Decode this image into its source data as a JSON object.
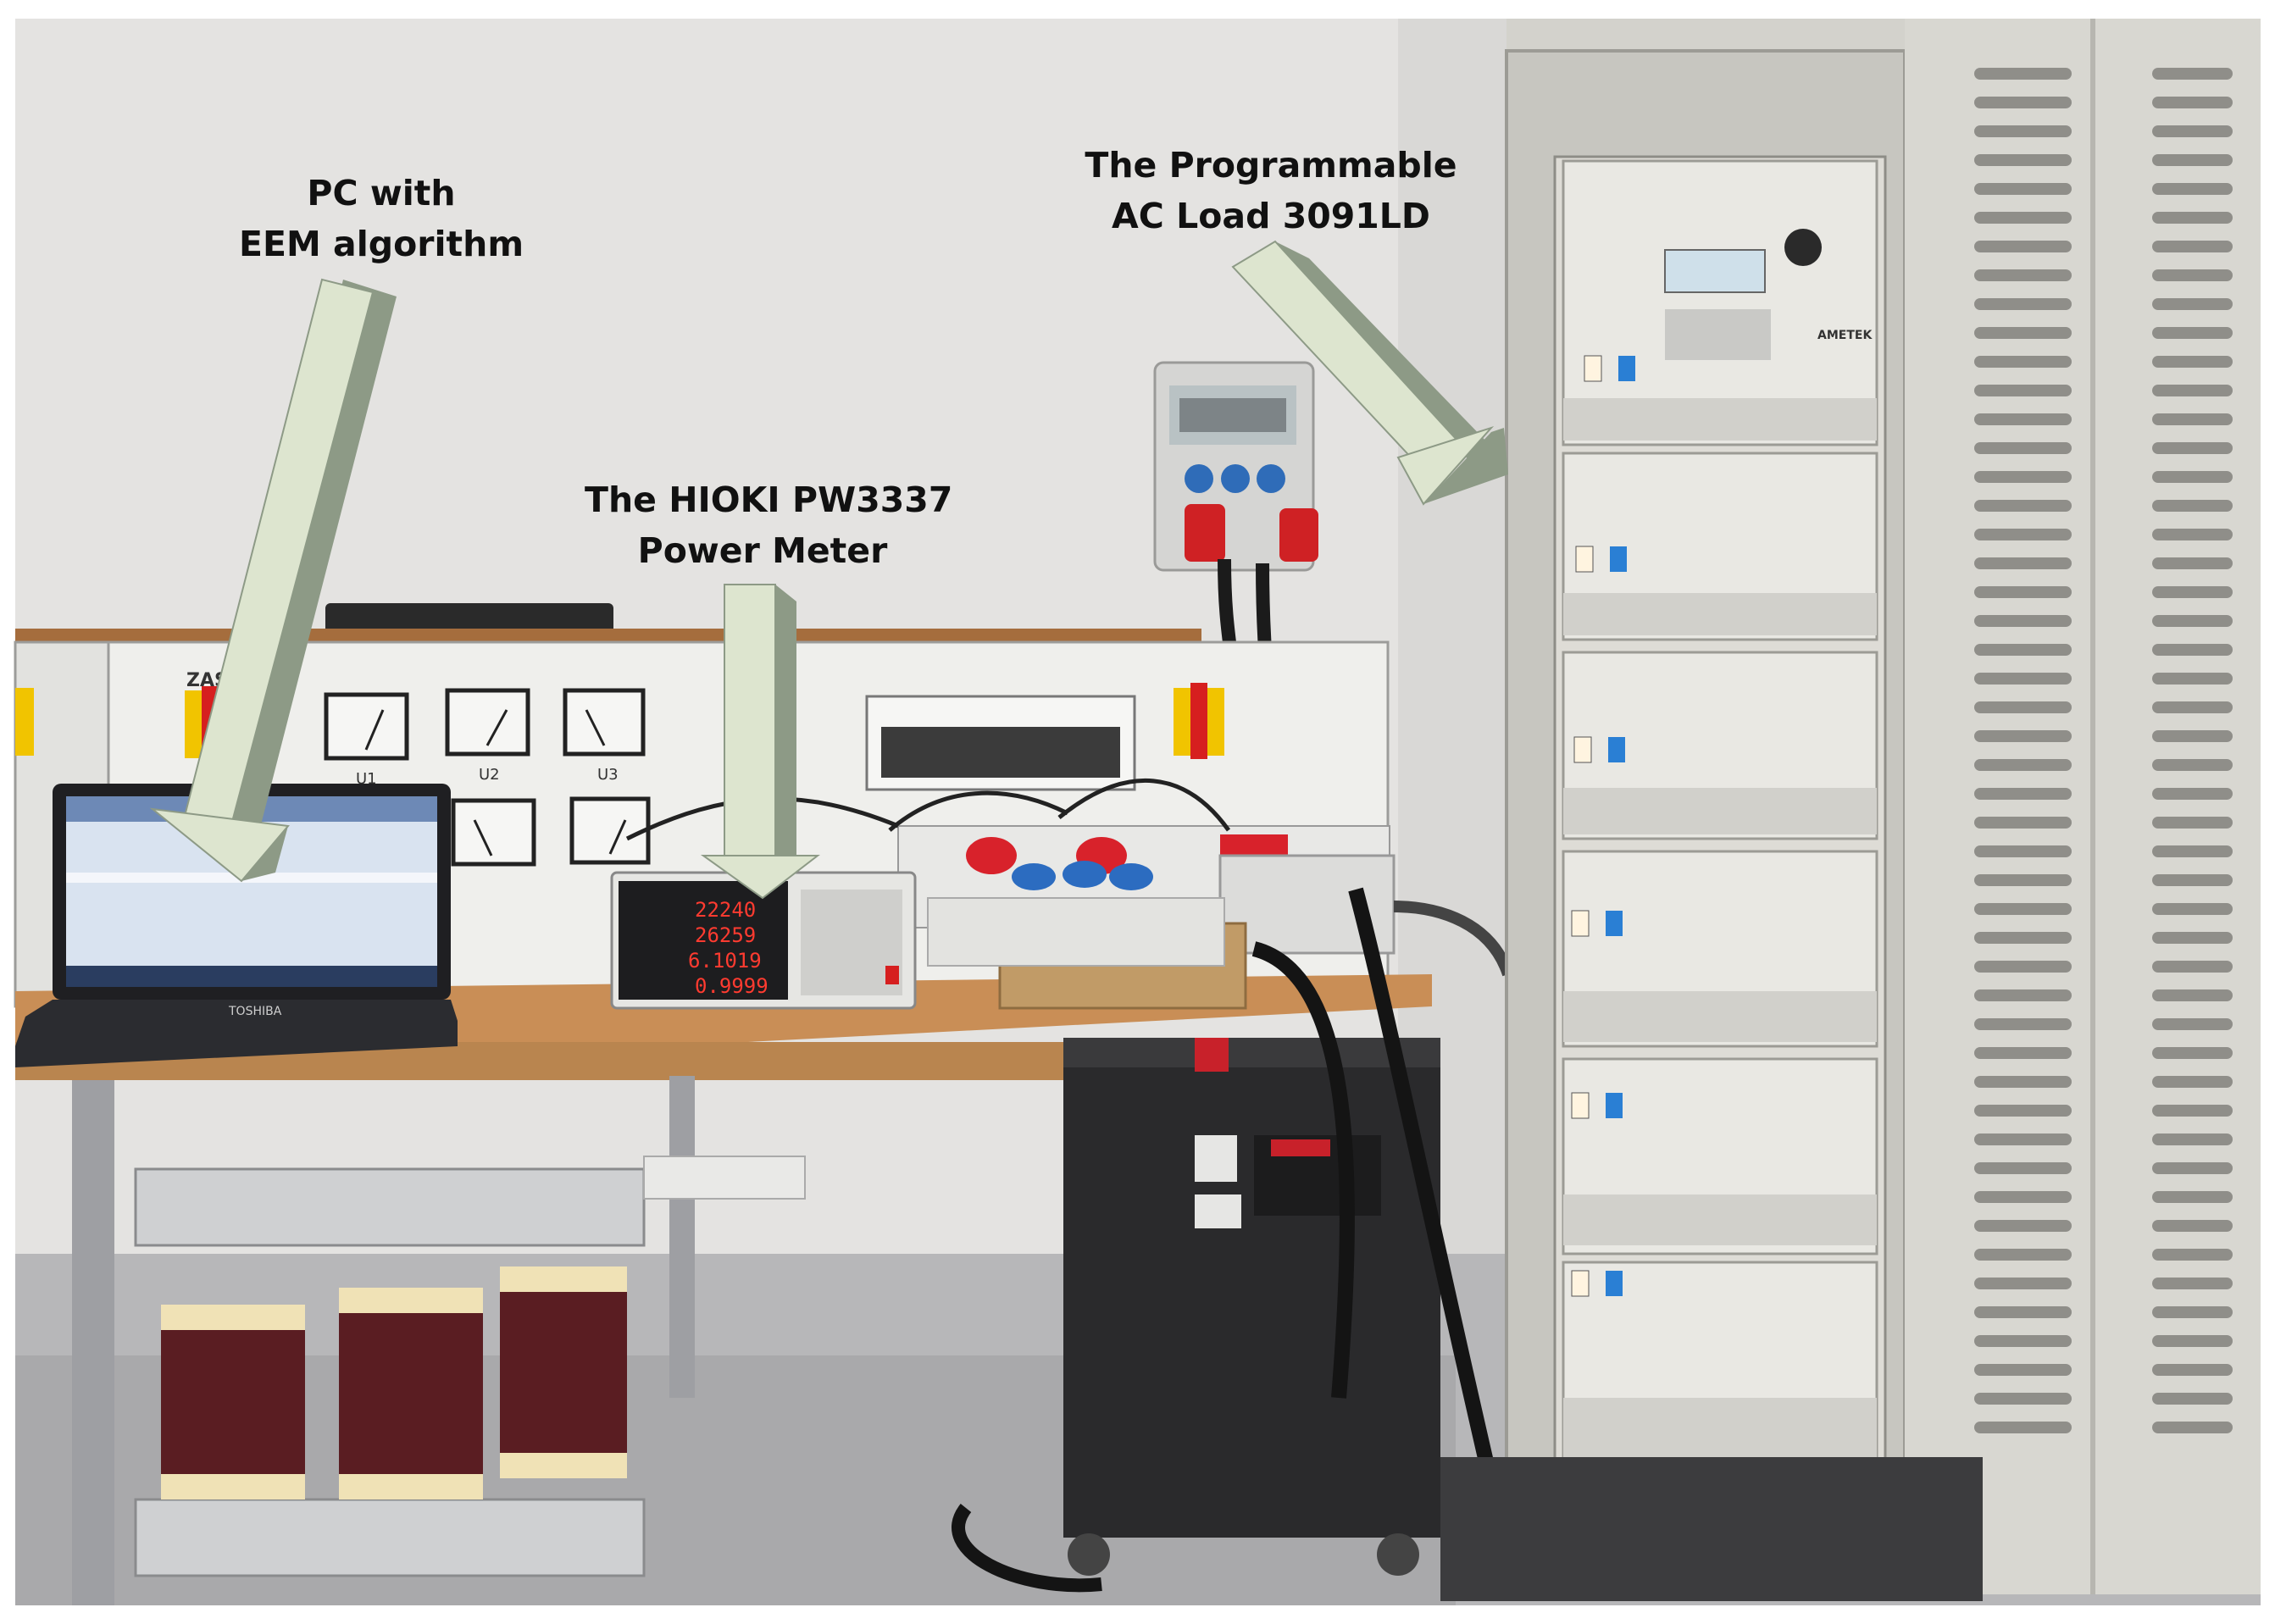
{
  "photo": {
    "background_color": "#ffffff",
    "wall_color": "#e4e3e1",
    "desk_color": "#c98e56",
    "floor_color": "#b7b7b9",
    "arrow_fill": "#dde5cf",
    "arrow_side": "#8d9a86"
  },
  "captions": {
    "pc": {
      "line1": "PC with",
      "line2": "EEM algorithm"
    },
    "meter": {
      "line1": "The HIOKI PW3337",
      "line2": "Power Meter"
    },
    "load": {
      "line1": "The Programmable",
      "line2": "AC Load 3091LD"
    }
  },
  "meter_display": {
    "row1": "22240",
    "row2": "26259",
    "row3": "6.1019",
    "row4": "0.9999"
  },
  "labels": {
    "panel_text": "ZASIL",
    "gauge1": "U1",
    "gauge2": "U2",
    "gauge3": "U3",
    "laptop_brand": "TOSHIBA",
    "rack_brand": "AMETEK"
  }
}
